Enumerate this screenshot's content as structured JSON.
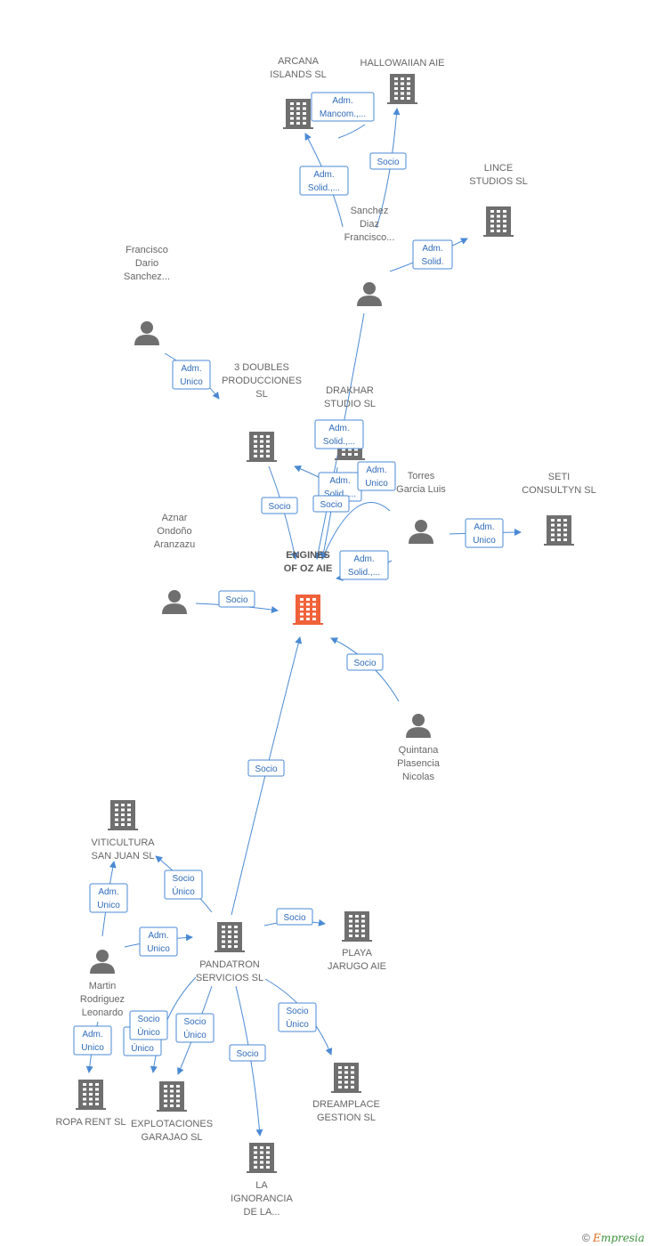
{
  "colors": {
    "edge": "#4a8ad4",
    "building": "#6f6f6f",
    "center": "#f0623a",
    "person": "#6f6f6f"
  },
  "nodes": [
    {
      "id": "engines",
      "type": "building",
      "center": true,
      "lines": [
        "ENGINES",
        "OF OZ  AIE"
      ]
    },
    {
      "id": "arcana",
      "type": "building",
      "lines": [
        "ARCANA",
        "ISLANDS  SL"
      ]
    },
    {
      "id": "hallowaiian",
      "type": "building",
      "lines": [
        "HALLOWAIIAN AIE"
      ]
    },
    {
      "id": "lince",
      "type": "building",
      "lines": [
        "LINCE",
        "STUDIOS SL"
      ]
    },
    {
      "id": "sanchezdiaz",
      "type": "person",
      "lines": [
        "Sanchez",
        "Diaz",
        "Francisco..."
      ]
    },
    {
      "id": "franciscodario",
      "type": "person",
      "lines": [
        "Francisco",
        "Dario",
        "Sanchez..."
      ]
    },
    {
      "id": "doubles",
      "type": "building",
      "lines": [
        "3 DOUBLES",
        "PRODUCCIONES",
        "SL"
      ]
    },
    {
      "id": "drakhar",
      "type": "building",
      "lines": [
        "DRAKHAR",
        "STUDIO SL"
      ]
    },
    {
      "id": "torres",
      "type": "person",
      "lines": [
        "Torres",
        "Garcia Luis"
      ]
    },
    {
      "id": "seti",
      "type": "building",
      "lines": [
        "SETI",
        "CONSULTYN SL"
      ]
    },
    {
      "id": "aznar",
      "type": "person",
      "lines": [
        "Aznar",
        "Ondoño",
        "Aranzazu"
      ]
    },
    {
      "id": "quintana",
      "type": "person",
      "lines": [
        "Quintana",
        "Plasencia",
        "Nicolas"
      ]
    },
    {
      "id": "viticultura",
      "type": "building",
      "lines": [
        "VITICULTURA",
        "SAN JUAN  SL"
      ]
    },
    {
      "id": "pandatron",
      "type": "building",
      "lines": [
        "PANDATRON",
        "SERVICIOS SL"
      ]
    },
    {
      "id": "playa",
      "type": "building",
      "lines": [
        "PLAYA",
        "JARUGO AIE"
      ]
    },
    {
      "id": "martin",
      "type": "person",
      "lines": [
        "Martin",
        "Rodriguez",
        "Leonardo"
      ]
    },
    {
      "id": "roparent",
      "type": "building",
      "lines": [
        "ROPA RENT  SL"
      ]
    },
    {
      "id": "explotaciones",
      "type": "building",
      "lines": [
        "EXPLOTACIONES",
        "GARAJAO SL"
      ]
    },
    {
      "id": "dreamplace",
      "type": "building",
      "lines": [
        "DREAMPLACE",
        "GESTION  SL"
      ]
    },
    {
      "id": "ignorancia",
      "type": "building",
      "lines": [
        "LA",
        "IGNORANCIA",
        "DE LA..."
      ]
    }
  ],
  "edges": [
    {
      "id": "e1",
      "lines": [
        "Adm.",
        "Mancom.,..."
      ]
    },
    {
      "id": "e2",
      "lines": [
        "Adm.",
        "Solid.,..."
      ]
    },
    {
      "id": "e3",
      "lines": [
        "Socio"
      ]
    },
    {
      "id": "e4",
      "lines": [
        "Adm.",
        "Solid."
      ]
    },
    {
      "id": "e5",
      "lines": [
        "Adm.",
        "Unico"
      ]
    },
    {
      "id": "e6",
      "lines": [
        "Adm.",
        "Solid.,..."
      ]
    },
    {
      "id": "e7",
      "lines": [
        "Adm.",
        "Solid.,..."
      ]
    },
    {
      "id": "e8",
      "lines": [
        "Adm.",
        "Unico"
      ]
    },
    {
      "id": "e9",
      "lines": [
        "Socio"
      ]
    },
    {
      "id": "e10",
      "lines": [
        "Socio"
      ]
    },
    {
      "id": "e11",
      "lines": [
        "Adm.",
        "Unico"
      ]
    },
    {
      "id": "e12",
      "lines": [
        "Adm.",
        "Solid.,..."
      ]
    },
    {
      "id": "e13",
      "lines": [
        "Socio"
      ]
    },
    {
      "id": "e14",
      "lines": [
        "Socio"
      ]
    },
    {
      "id": "e15",
      "lines": [
        "Socio"
      ]
    },
    {
      "id": "e16",
      "lines": [
        "Socio",
        "Único"
      ]
    },
    {
      "id": "e17",
      "lines": [
        "Adm.",
        "Unico"
      ]
    },
    {
      "id": "e18",
      "lines": [
        "Adm.",
        "Unico"
      ]
    },
    {
      "id": "e19",
      "lines": [
        "Socio"
      ]
    },
    {
      "id": "e20",
      "lines": [
        "Socio",
        "Único"
      ]
    },
    {
      "id": "e21",
      "lines": [
        "Adm.",
        "Unico"
      ]
    },
    {
      "id": "e22",
      "lines": [
        "Socio",
        "Único"
      ]
    },
    {
      "id": "e23",
      "lines": [
        "Socio",
        "Único"
      ]
    },
    {
      "id": "e24",
      "lines": [
        "Socio"
      ]
    }
  ],
  "footer": {
    "copyright": "©",
    "brand_initial": "E",
    "brand_rest": "mpresia"
  }
}
